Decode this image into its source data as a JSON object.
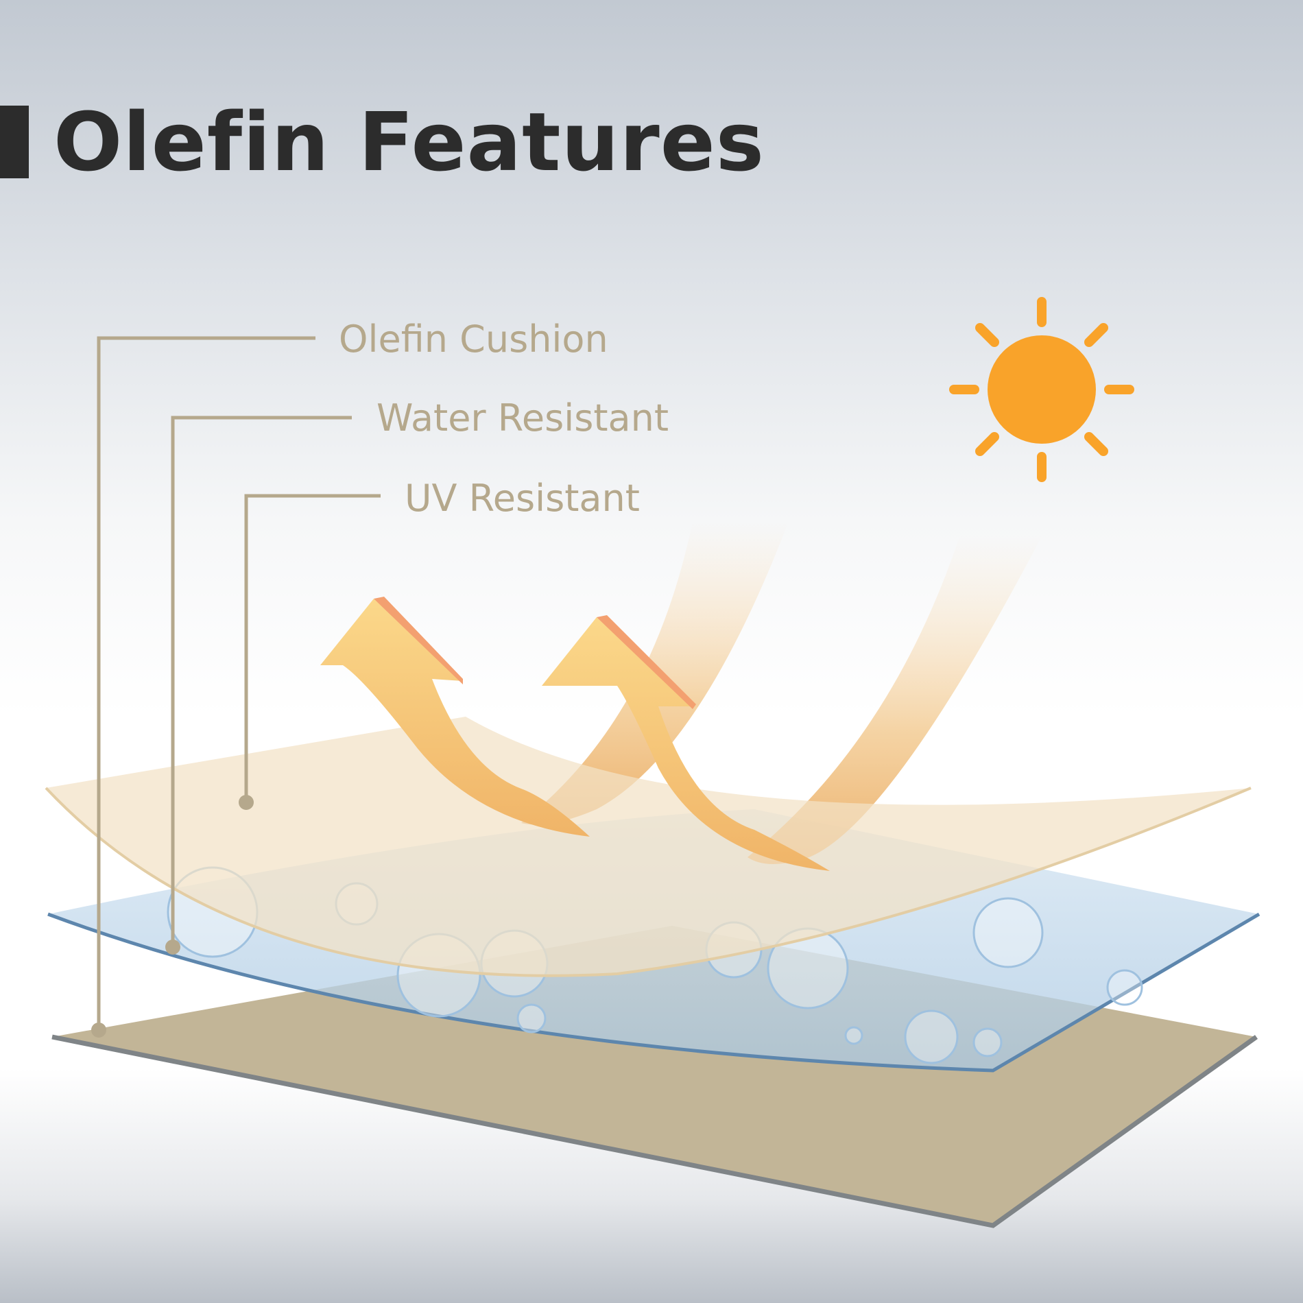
{
  "title": "Olefin Features",
  "labels": [
    "Olefin Cushion",
    "Water Resistant",
    "UV Resistant"
  ],
  "icons": [
    "sun-icon",
    "arrow-up-curved-icon"
  ],
  "colors": {
    "title": "#2c2c2c",
    "label": "#b5a88c",
    "sun": "#f9a32a",
    "base_fabric": "#c2b597",
    "water_layer": "#bcd4e8",
    "uv_layer": "#f2e2c6"
  }
}
